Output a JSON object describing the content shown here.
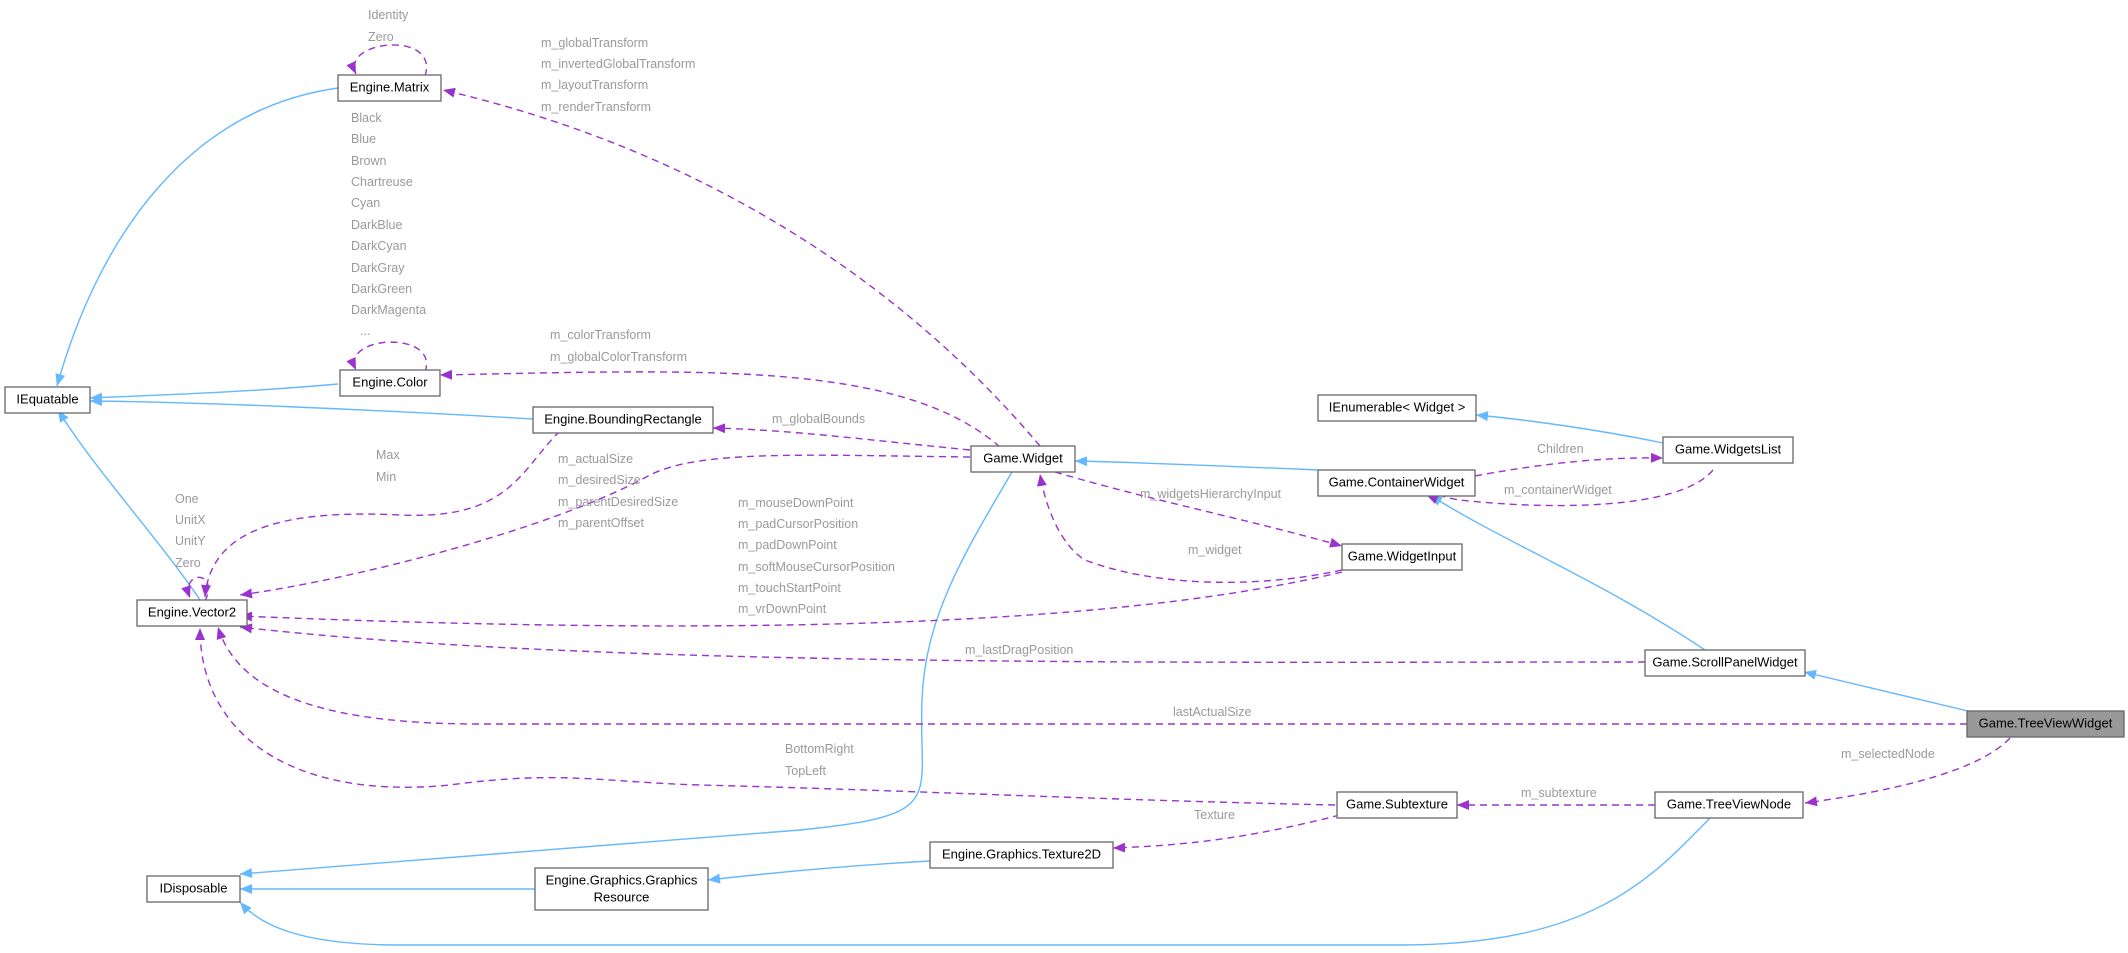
{
  "colors": {
    "inheritance": "#63b8ff",
    "usage": "#9a32cd",
    "highlight": "#999999",
    "label": "#9a9a9a"
  },
  "nodes": {
    "iequatable": "IEquatable",
    "matrix": "Engine.Matrix",
    "color": "Engine.Color",
    "bounding": "Engine.BoundingRectangle",
    "vector2": "Engine.Vector2",
    "widget": "Game.Widget",
    "ienumerable": "IEnumerable< Widget >",
    "widgetslist": "Game.WidgetsList",
    "container": "Game.ContainerWidget",
    "widgetinput": "Game.WidgetInput",
    "scrollpanel": "Game.ScrollPanelWidget",
    "treeviewwidget": "Game.TreeViewWidget",
    "treeviewnode": "Game.TreeViewNode",
    "subtexture": "Game.Subtexture",
    "texture2d": "Engine.Graphics.Texture2D",
    "graphicsresource_l1": "Engine.Graphics.Graphics",
    "graphicsresource_l2": "Resource",
    "idisposable": "IDisposable"
  },
  "labels": {
    "matrix_identity": "Identity",
    "matrix_zero": "Zero",
    "widget_matrix": [
      "m_globalTransform",
      "m_invertedGlobalTransform",
      "m_layoutTransform",
      "m_renderTransform"
    ],
    "color_statics": [
      "Black",
      "Blue",
      "Brown",
      "Chartreuse",
      "Cyan",
      "DarkBlue",
      "DarkCyan",
      "DarkGray",
      "DarkGreen",
      "DarkMagenta",
      "..."
    ],
    "widget_color": [
      "m_colorTransform",
      "m_globalColorTransform"
    ],
    "widget_bounds": "m_globalBounds",
    "bounding_vector": [
      "Max",
      "Min"
    ],
    "vector_statics": [
      "One",
      "UnitX",
      "UnitY",
      "Zero"
    ],
    "widget_vector": [
      "m_actualSize",
      "m_desiredSize",
      "m_parentDesiredSize",
      "m_parentOffset"
    ],
    "input_vector": [
      "m_mouseDownPoint",
      "m_padCursorPosition",
      "m_padDownPoint",
      "m_softMouseCursorPosition",
      "m_touchStartPoint",
      "m_vrDownPoint"
    ],
    "hierarchy_input": "m_widgetsHierarchyInput",
    "input_widget": "m_widget",
    "children": "Children",
    "container_widget": "m_containerWidget",
    "drag_position": "m_lastDragPosition",
    "last_actual_size": "lastActualSize",
    "selected_node": "m_selectedNode",
    "subtexture_rel": "m_subtexture",
    "texture_rel": "Texture",
    "subtexture_vector": [
      "BottomRight",
      "TopLeft"
    ]
  }
}
